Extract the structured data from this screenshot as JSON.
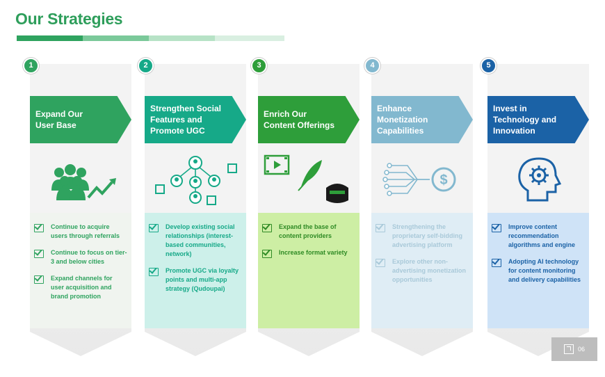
{
  "title": "Our Strategies",
  "title_bar_colors": [
    "#2fa35f",
    "#7bc99a",
    "#b7e2c6",
    "#d9efe1"
  ],
  "page_number": "06",
  "columns": [
    {
      "number": "1",
      "heading_lines": [
        "Expand Our",
        "User Base"
      ],
      "color": "#2fa35f",
      "lower_bg": "#f0f4ef",
      "text_color": "#2fa35f",
      "icon": "users-growth-icon",
      "bullets": [
        "Continue to acquire users through referrals",
        "Continue to focus on tier-3 and below cities",
        "Expand channels for user acquisition and brand promotion"
      ]
    },
    {
      "number": "2",
      "heading_lines": [
        "Strengthen Social",
        "Features and",
        "Promote UGC"
      ],
      "color": "#16a988",
      "lower_bg": "#cdf0ea",
      "text_color": "#16a988",
      "icon": "social-network-icon",
      "bullets": [
        "Develop existing social relationships (interest-based communities, network)",
        "Promote UGC via loyalty points and multi-app strategy (Qudoupai)"
      ]
    },
    {
      "number": "3",
      "heading_lines": [
        "Enrich Our",
        "Content Offerings"
      ],
      "color": "#2e9e3a",
      "lower_bg": "#cdeea4",
      "text_color": "#2e8a24",
      "icon": "content-icon",
      "bullets": [
        "Expand the base of content providers",
        "Increase format variety"
      ]
    },
    {
      "number": "4",
      "heading_lines": [
        "Enhance",
        "Monetization",
        "Capabilities"
      ],
      "color": "#82b8cf",
      "lower_bg": "#dfedf5",
      "text_color": "#a9c9d9",
      "icon": "monetization-icon",
      "bullets": [
        "Strengthening the proprietary self-bidding advertising platform",
        "Explore other non-advertising monetization opportunities"
      ]
    },
    {
      "number": "5",
      "heading_lines": [
        "Invest in",
        "Technology and",
        "Innovation"
      ],
      "color": "#1b62a6",
      "lower_bg": "#cfe3f7",
      "text_color": "#1b62a6",
      "icon": "ai-head-icon",
      "bullets": [
        "Improve content recommendation algorithms and engine",
        "Adopting AI technology for content monitoring and delivery capabilities"
      ]
    }
  ]
}
